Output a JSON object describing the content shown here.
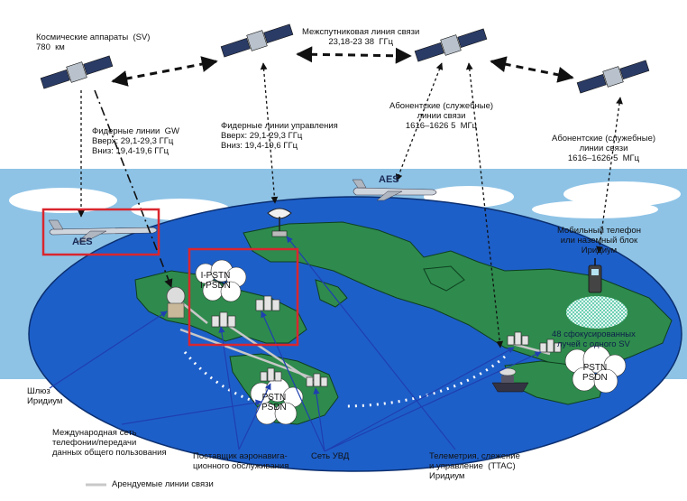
{
  "labels": {
    "spacecraft": "Космические аппараты  (SV)\n780  км",
    "intersat": "Межспутниковая линия связи\n23,18-23 38  ГГц",
    "feeder_gw": "Фидерные линии  GW\nВверх: 29,1-29,3 ГГц\nВниз: 19,4-19,6 ГГц",
    "feeder_ctrl": "Фидерные линии управления\nВверх: 29,1-29,3 ГГц\nВниз: 19,4-19,6 ГГц",
    "subscriber_1": "Абонентские (служебные)\nлинии связи\n1616–1626 5  МГц",
    "subscriber_2": "Абонентские (служебные)\nлинии связи\n1616–1626 5  МГц",
    "mobile_phone": "Мобильный телефон\nили наземный блок\nИридиум",
    "beams": "48 сфокусированных\nлучей с одного SV",
    "gateway": "Шлюз\nИридиум",
    "public_network": "Международная сеть\nтелефонии/передачи\nданных общего пользования",
    "aviation_provider": "Поставщик аэронавига-\nционного обслуживания",
    "uvd_network": "Сеть УВД",
    "ttac": "Телеметрия, слежение\nи управление  (TTAC)\nИридиум",
    "legend_leased": "Арендуемые линии связи"
  },
  "aes": [
    "AES",
    "AES"
  ],
  "networks": {
    "ipstn": "I-PSTN\nI-PSDN",
    "pstn_left": "PSTN\nPSDN",
    "pstn_right": "PSTN\nPSDN"
  },
  "colors": {
    "sky": "#8ec3e6",
    "ocean": "#1d5fc9",
    "land": "#2e8b4d",
    "highlight": "#d9262e",
    "arrow_blue": "#1f3fb0"
  }
}
